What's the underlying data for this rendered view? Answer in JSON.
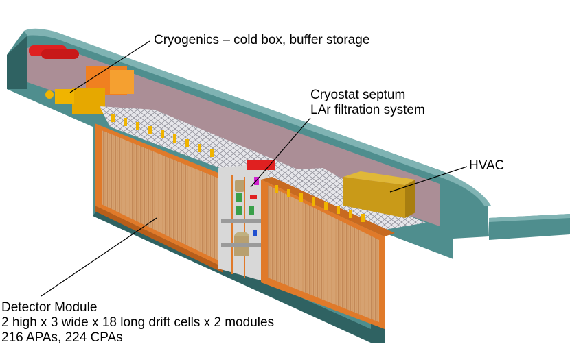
{
  "labels": {
    "cryogenics": "Cryogenics – cold box, buffer storage",
    "septum": [
      "Cryostat septum",
      "LAr filtration system"
    ],
    "hvac": "HVAC",
    "detector": [
      "Detector Module",
      "2 high x 3 wide x 18 long drift cells x 2 modules",
      "216 APAs, 224 CPAs"
    ]
  },
  "colors": {
    "cavern_wall": "#4f8e8e",
    "cavern_dark": "#2f6262",
    "cavern_light": "#7fb3b3",
    "ceiling_inner": "#c98e98",
    "detector_orange": "#e07a2a",
    "wire_grid": "#c8a070",
    "gold_block": "#d4a017",
    "hvac_box": "#c99a18",
    "cryo_red": "#e02020",
    "cryo_orange": "#f08020",
    "septum_gray": "#d8d8d8",
    "support_yellow": "#f0b400"
  }
}
